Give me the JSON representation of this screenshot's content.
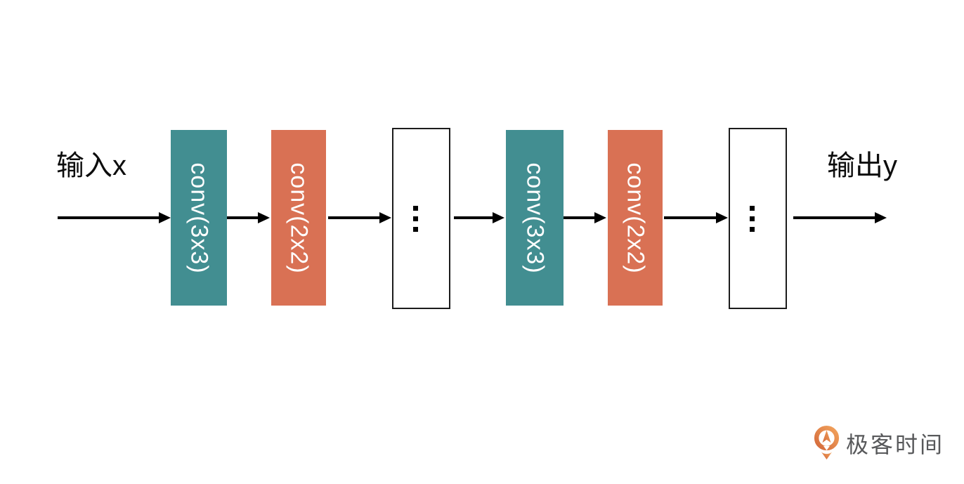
{
  "diagram": {
    "input_label": "输入x",
    "output_label": "输出y",
    "blocks": [
      {
        "id": "conv-3x3-1",
        "label": "conv(3x3)",
        "color": "#428E91"
      },
      {
        "id": "conv-2x2-1",
        "label": "conv(2x2)",
        "color": "#D97154"
      },
      {
        "id": "ellipsis-1",
        "icon": "vertical-ellipsis-icon"
      },
      {
        "id": "conv-3x3-2",
        "label": "conv(3x3)",
        "color": "#428E91"
      },
      {
        "id": "conv-2x2-2",
        "label": "conv(2x2)",
        "color": "#D97154"
      },
      {
        "id": "ellipsis-2",
        "icon": "vertical-ellipsis-icon"
      }
    ]
  },
  "icons": {
    "vertical_ellipsis_icon": "⋮",
    "geektime_pin_icon": "orange map-pin with upward arrow inside ring"
  },
  "logo": {
    "text": "极客时间",
    "text_color": "#58595B",
    "icon_gradient_top": "#F2A35C",
    "icon_gradient_bottom": "#D4693B"
  },
  "colors": {
    "background": "#FFFFFF",
    "teal": "#428E91",
    "coral": "#D97154",
    "box_border": "#1C1C1C",
    "arrow": "#000000",
    "label_text": "#0D0D0D"
  }
}
